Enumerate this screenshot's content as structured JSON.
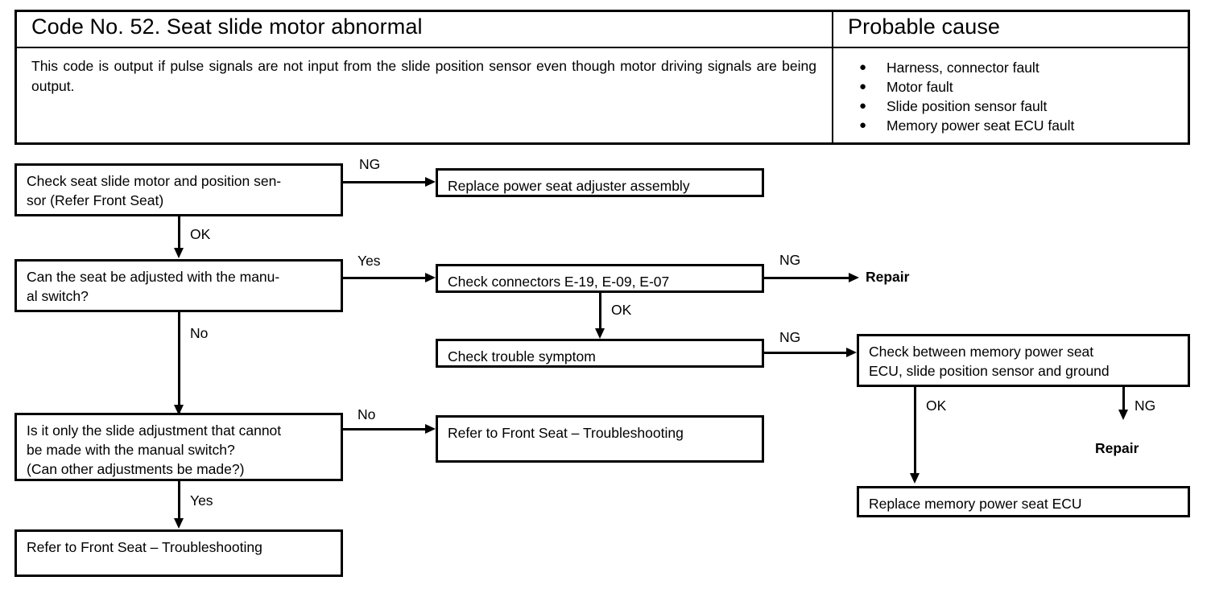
{
  "header": {
    "code_title": "Code No. 52. Seat slide motor abnormal",
    "code_description": "This code is output if pulse signals are not input from the slide position sensor even though motor driving signals are being output.",
    "probable_cause_title": "Probable cause",
    "bullet_glyph": "●",
    "causes": [
      "Harness, connector fault",
      "Motor fault",
      "Slide position sensor fault",
      "Memory power seat ECU fault"
    ]
  },
  "flow": {
    "boxes": {
      "check_motor_sensor": {
        "line1": "Check seat slide motor and position sen-",
        "line2": "sor (Refer Front Seat)"
      },
      "replace_adjuster": "Replace power seat adjuster assembly",
      "seat_manual_adjust": {
        "line1": "Can the seat be adjusted with the manu-",
        "line2": "al switch?"
      },
      "check_connectors": "Check connectors E-19, E-09, E-07",
      "check_trouble_symptom": "Check trouble symptom",
      "check_between_ecu": {
        "line1": "Check between memory power seat",
        "line2": "ECU, slide position sensor and ground"
      },
      "slide_adjustment_question": {
        "line1": "Is it only the slide adjustment that cannot",
        "line2": "be made with the manual switch?",
        "line3": "(Can other adjustments be made?)"
      },
      "refer_front_seat_mid": "Refer to Front Seat – Troubleshooting",
      "refer_front_seat_bottom": "Refer to Front Seat – Troubleshooting",
      "replace_ecu": "Replace memory power seat ECU"
    },
    "terminals": {
      "repair_top": "Repair",
      "repair_bottom": "Repair"
    },
    "edges": {
      "ng_motor_sensor": "NG",
      "ok_motor_sensor": "OK",
      "yes_manual_adjust": "Yes",
      "no_manual_adjust": "No",
      "ng_connectors": "NG",
      "ok_connectors": "OK",
      "ng_trouble_symptom": "NG",
      "no_slide_question": "No",
      "yes_slide_question": "Yes",
      "ok_check_between": "OK",
      "ng_check_between": "NG"
    }
  },
  "colors": {
    "ink": "#000000",
    "paper": "#ffffff"
  }
}
